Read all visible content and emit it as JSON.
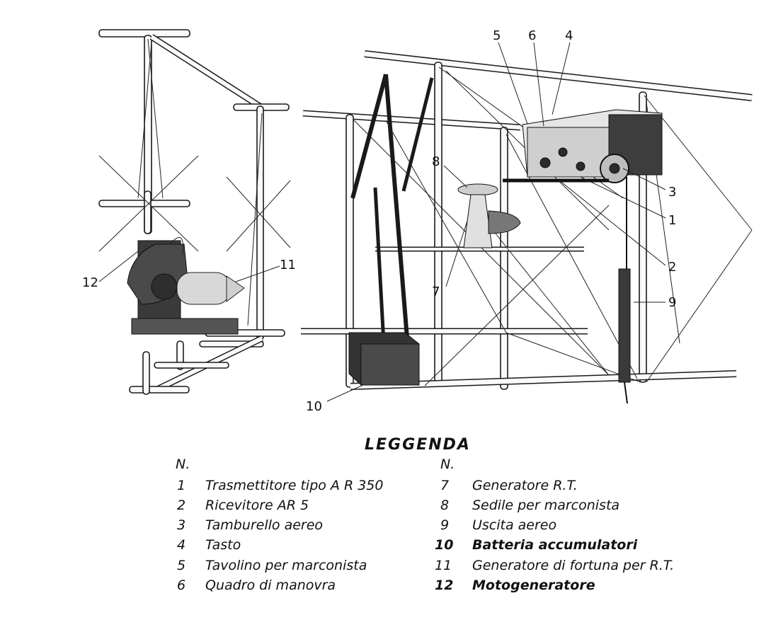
{
  "callouts": {
    "c1": "1",
    "c2": "2",
    "c3": "3",
    "c4": "4",
    "c5": "5",
    "c6": "6",
    "c7": "7",
    "c8": "8",
    "c9": "9",
    "c10": "10",
    "c11": "11",
    "c12": "12"
  },
  "legend": {
    "title": "LEGGENDA",
    "col_header_left": "N.",
    "col_header_right": "N.",
    "left": [
      {
        "num": "1",
        "text": "Trasmettitore tipo A R 350"
      },
      {
        "num": "2",
        "text": "Ricevitore AR 5"
      },
      {
        "num": "3",
        "text": "Tamburello aereo"
      },
      {
        "num": "4",
        "text": "Tasto"
      },
      {
        "num": "5",
        "text": "Tavolino per marconista"
      },
      {
        "num": "6",
        "text": "Quadro di manovra"
      }
    ],
    "right": [
      {
        "num": "7",
        "text": "Generatore R.T."
      },
      {
        "num": "8",
        "text": "Sedile per marconista"
      },
      {
        "num": "9",
        "text": "Uscita aereo"
      },
      {
        "num": "10",
        "text": "Batteria accumulatori"
      },
      {
        "num": "11",
        "text": "Generatore di fortuna per R.T."
      },
      {
        "num": "12",
        "text": "Motogeneratore"
      }
    ]
  }
}
